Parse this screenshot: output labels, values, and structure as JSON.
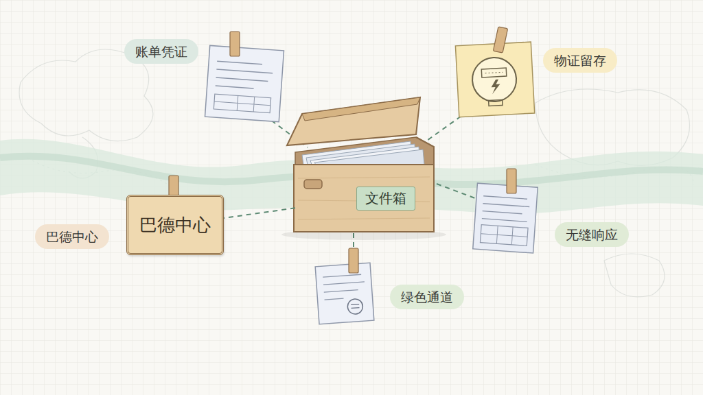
{
  "diagram": {
    "nodes": [
      {
        "text": [
          "账单凭证"
        ]
      },
      {
        "text": [
          "物证留存"
        ]
      },
      {
        "text": [
          "文件箱"
        ]
      },
      {
        "text": [
          "巴德中心"
        ]
      },
      {
        "text": [
          "巴德中心"
        ]
      },
      {
        "text": [
          "无缝响应"
        ]
      },
      {
        "text": [
          "绿色通道"
        ]
      }
    ],
    "edges": [
      {
        "from": 2,
        "to": 3,
        "arrow": "none"
      }
    ]
  }
}
